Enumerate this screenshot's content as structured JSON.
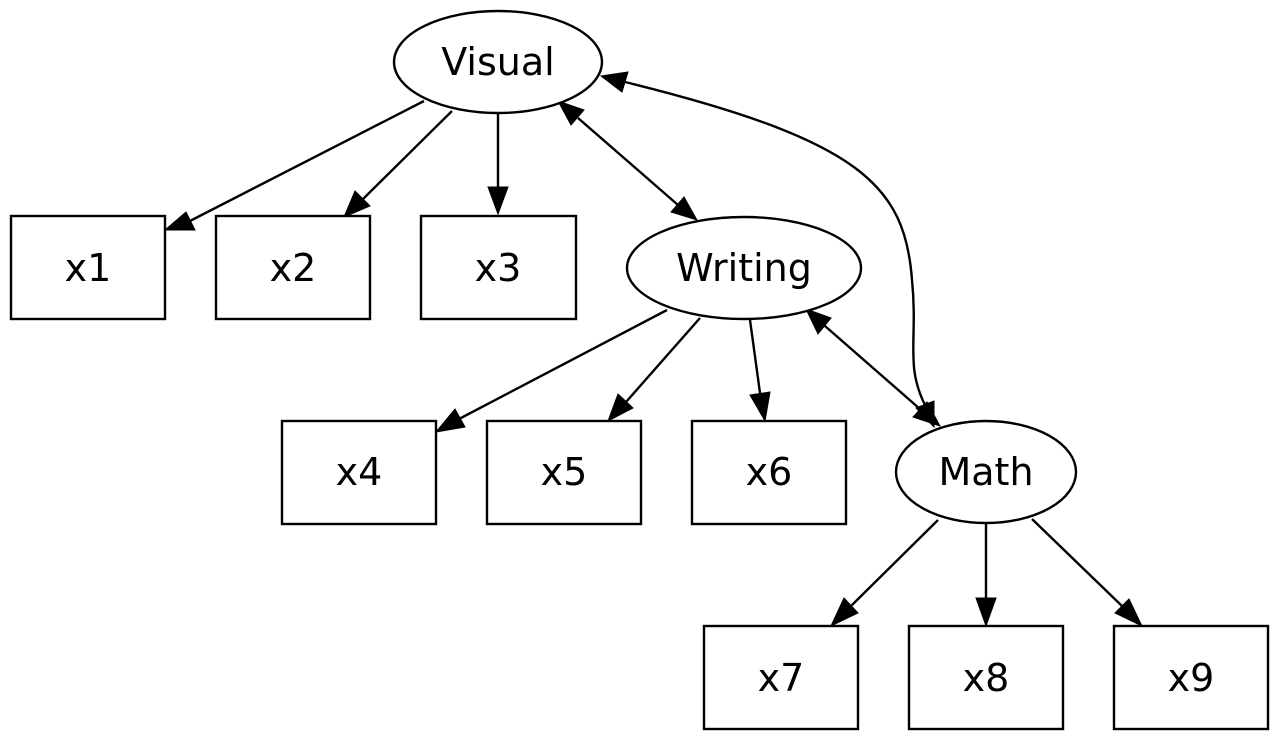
{
  "diagram": {
    "latent_factors": [
      {
        "id": "visual",
        "label": "Visual"
      },
      {
        "id": "writing",
        "label": "Writing"
      },
      {
        "id": "math",
        "label": "Math"
      }
    ],
    "indicators": [
      {
        "id": "x1",
        "label": "x1"
      },
      {
        "id": "x2",
        "label": "x2"
      },
      {
        "id": "x3",
        "label": "x3"
      },
      {
        "id": "x4",
        "label": "x4"
      },
      {
        "id": "x5",
        "label": "x5"
      },
      {
        "id": "x6",
        "label": "x6"
      },
      {
        "id": "x7",
        "label": "x7"
      },
      {
        "id": "x8",
        "label": "x8"
      },
      {
        "id": "x9",
        "label": "x9"
      }
    ],
    "loadings": [
      {
        "from": "visual",
        "to": "x1"
      },
      {
        "from": "visual",
        "to": "x2"
      },
      {
        "from": "visual",
        "to": "x3"
      },
      {
        "from": "writing",
        "to": "x4"
      },
      {
        "from": "writing",
        "to": "x5"
      },
      {
        "from": "writing",
        "to": "x6"
      },
      {
        "from": "math",
        "to": "x7"
      },
      {
        "from": "math",
        "to": "x8"
      },
      {
        "from": "math",
        "to": "x9"
      }
    ],
    "covariances": [
      {
        "between": [
          "visual",
          "writing"
        ]
      },
      {
        "between": [
          "writing",
          "math"
        ]
      },
      {
        "between": [
          "visual",
          "math"
        ]
      }
    ],
    "colors": {
      "stroke": "#000000",
      "fill": "#ffffff",
      "background": "#ffffff"
    }
  }
}
